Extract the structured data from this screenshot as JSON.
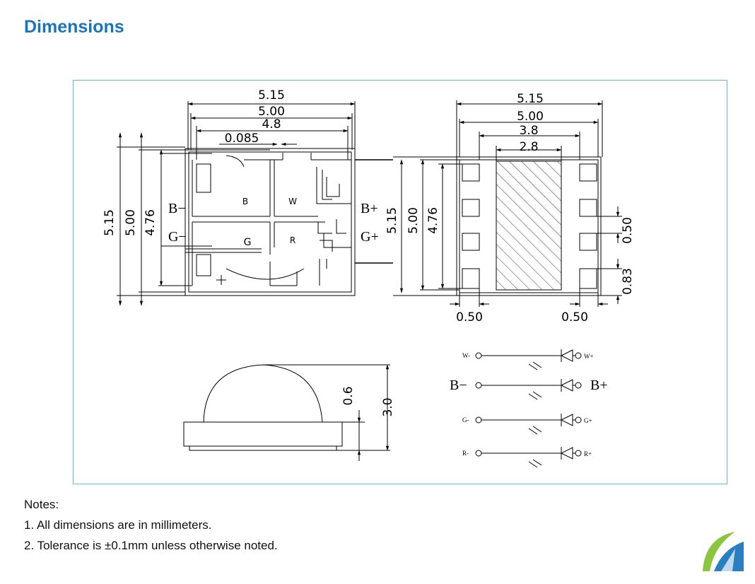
{
  "page": {
    "title": "Dimensions"
  },
  "top_view": {
    "dims_horizontal": [
      "5.15",
      "5.00",
      "4.8",
      "0.085"
    ],
    "dims_vertical": [
      "5.15",
      "5.00",
      "4.76"
    ],
    "pad_labels": {
      "B": "B",
      "W": "W",
      "G": "G",
      "R": "R"
    },
    "pin_labels": {
      "b_minus": "B−",
      "g_minus": "G−",
      "b_plus": "B+",
      "g_plus": "G+"
    }
  },
  "bottom_view": {
    "dims_horizontal": [
      "5.15",
      "5.00",
      "3.8",
      "2.8"
    ],
    "dims_vertical": [
      "5.15",
      "5.00",
      "4.76"
    ],
    "dims_right": [
      "0.50",
      "0.83"
    ],
    "dims_bottom": [
      "0.50",
      "0.50"
    ]
  },
  "side_view": {
    "dims": [
      "0.6",
      "3.0"
    ]
  },
  "circuit": {
    "rows": [
      {
        "left": "W-",
        "right": "W+",
        "large": false
      },
      {
        "left": "B−",
        "right": "B+",
        "large": true
      },
      {
        "left": "G-",
        "right": "G+",
        "large": false
      },
      {
        "left": "R-",
        "right": "R+",
        "large": false
      }
    ]
  },
  "notes": {
    "heading": "Notes:",
    "items": [
      "1. All dimensions are in millimeters.",
      "2. Tolerance is ±0.1mm unless otherwise noted."
    ]
  },
  "colors": {
    "title": "#1b74bb",
    "frame": "#5bbfd8",
    "line": "#000000",
    "logo_green": "#8cc63f",
    "logo_blue": "#2a7fc1"
  }
}
